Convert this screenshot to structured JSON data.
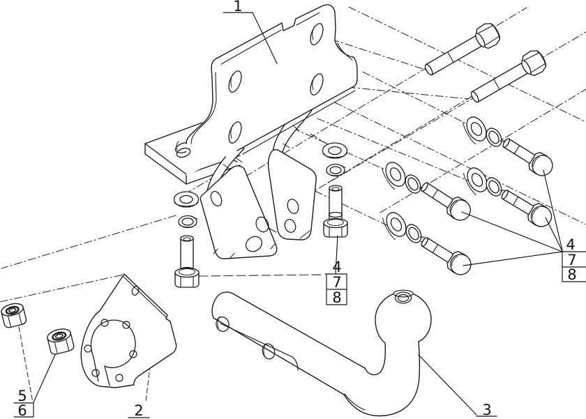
{
  "figure": {
    "type": "exploded-assembly-drawing",
    "background": "#ffffff",
    "line_color": "#1a1a1a",
    "dash_color": "#2a2a2a"
  },
  "callouts": {
    "part1": {
      "label": "1"
    },
    "part2": {
      "label": "2"
    },
    "part3": {
      "label": "3"
    },
    "stack_left": {
      "labels": [
        "4",
        "7",
        "8"
      ]
    },
    "stack_right": {
      "labels": [
        "4",
        "7",
        "8"
      ]
    },
    "stack_nuts": {
      "labels": [
        "5",
        "6"
      ]
    }
  }
}
